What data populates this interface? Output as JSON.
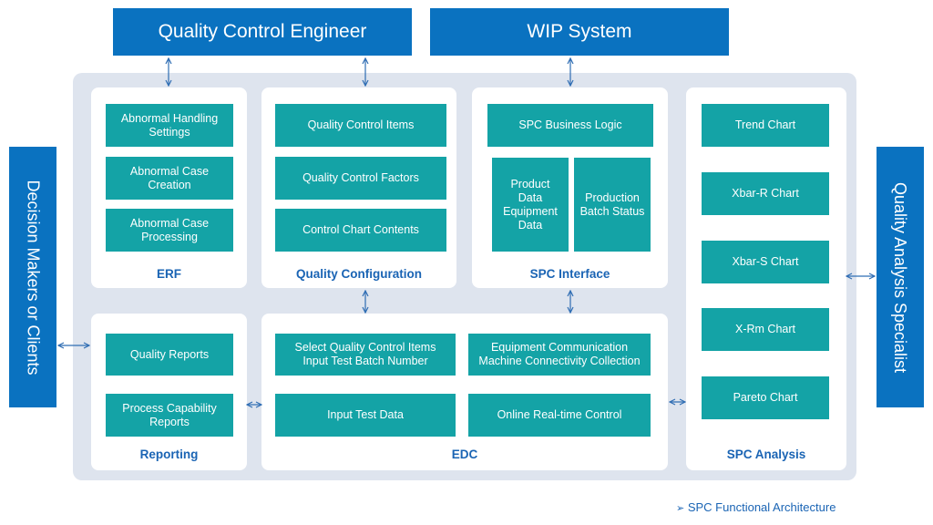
{
  "top": {
    "quality_control_engineer": "Quality Control Engineer",
    "wip_system": "WIP System"
  },
  "sides": {
    "decision_makers": "Decision Makers or Clients",
    "quality_analysis_specialist": "Quality Analysis Specialist"
  },
  "erf": {
    "title": "ERF",
    "abnormal_handling_settings_l1": "Abnormal Handling",
    "abnormal_handling_settings_l2": "Settings",
    "abnormal_case_creation_l1": "Abnormal Case",
    "abnormal_case_creation_l2": "Creation",
    "abnormal_case_processing_l1": "Abnormal Case",
    "abnormal_case_processing_l2": "Processing"
  },
  "quality_configuration": {
    "title": "Quality Configuration",
    "items": "Quality Control Items",
    "factors": "Quality Control Factors",
    "chart_contents": "Control Chart Contents"
  },
  "spc_interface": {
    "title": "SPC Interface",
    "business_logic": "SPC Business Logic",
    "product_data_l1": "Product",
    "product_data_l2": "Data",
    "product_data_l3": "Equipment",
    "product_data_l4": "Data",
    "batch_status_l1": "Production",
    "batch_status_l2": "Batch Status"
  },
  "spc_analysis": {
    "title": "SPC Analysis",
    "trend_chart": "Trend Chart",
    "xbar_r_chart": "Xbar-R Chart",
    "xbar_s_chart": "Xbar-S Chart",
    "x_rm_chart": "X-Rm Chart",
    "pareto_chart": "Pareto Chart"
  },
  "reporting": {
    "title": "Reporting",
    "quality_reports": "Quality Reports",
    "process_capability_l1": "Process Capability",
    "process_capability_l2": "Reports"
  },
  "edc": {
    "title": "EDC",
    "select_items_l1": "Select Quality Control Items",
    "select_items_l2": "Input Test Batch Number",
    "equipment_comm_l1": "Equipment Communication",
    "equipment_comm_l2": "Machine Connectivity Collection",
    "input_test_data": "Input Test Data",
    "online_control": "Online Real-time Control"
  },
  "caption": {
    "marker": "➢",
    "text": "SPC Functional Architecture"
  },
  "colors": {
    "header_blue": "#0a72c0",
    "tile_teal": "#14a3a6",
    "frame_gray": "#dee4ee",
    "title_blue": "#1a64b4"
  }
}
